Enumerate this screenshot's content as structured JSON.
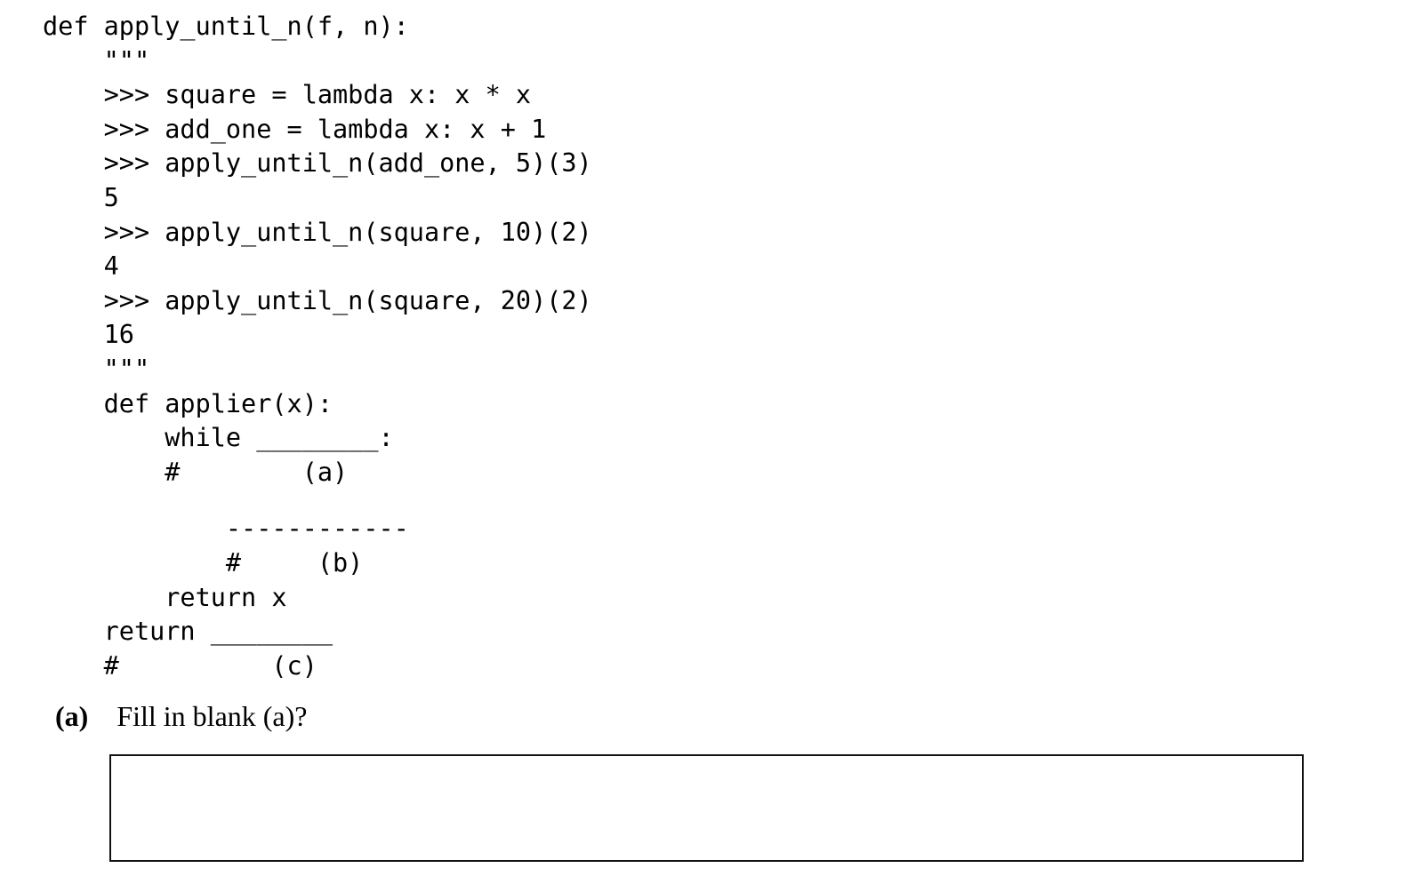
{
  "theme": {
    "background": "#ffffff",
    "text_color": "#000000",
    "answer_box_border": "#111111"
  },
  "code": {
    "lines": [
      "def apply_until_n(f, n):",
      "    \"\"\"",
      "    >>> square = lambda x: x * x",
      "    >>> add_one = lambda x: x + 1",
      "    >>> apply_until_n(add_one, 5)(3)",
      "    5",
      "    >>> apply_until_n(square, 10)(2)",
      "    4",
      "    >>> apply_until_n(square, 20)(2)",
      "    16",
      "    \"\"\"",
      "    def applier(x):",
      "        while ________:",
      "        #        (a)",
      "",
      "            ------------",
      "            #     (b)",
      "        return x",
      "    return ________",
      "    #          (c)"
    ]
  },
  "question": {
    "label": "(a)",
    "text": "Fill in blank (a)?"
  },
  "answer": {
    "value": "",
    "placeholder": ""
  }
}
